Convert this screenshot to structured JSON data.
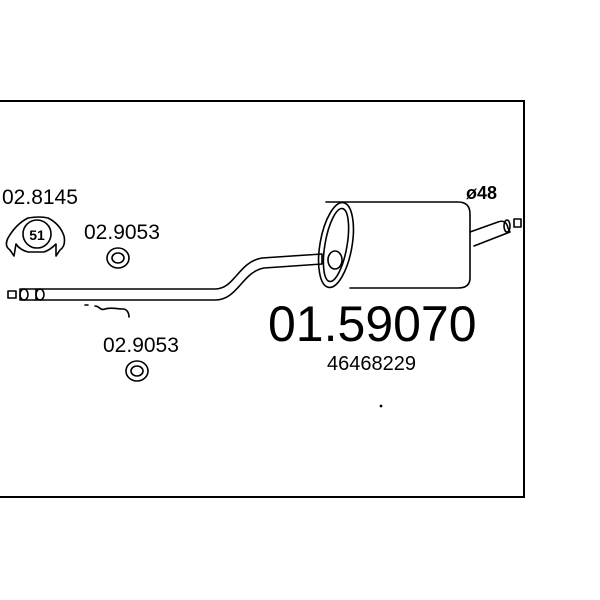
{
  "diagram": {
    "part_number": "01.59070",
    "oe_number": "46468229",
    "diameter_label": "ø48",
    "accessories": [
      {
        "code": "02.8145",
        "badge": "51"
      },
      {
        "code": "02.9053"
      },
      {
        "code": "02.9053"
      }
    ]
  },
  "colors": {
    "line": "#000000",
    "background": "#ffffff"
  }
}
